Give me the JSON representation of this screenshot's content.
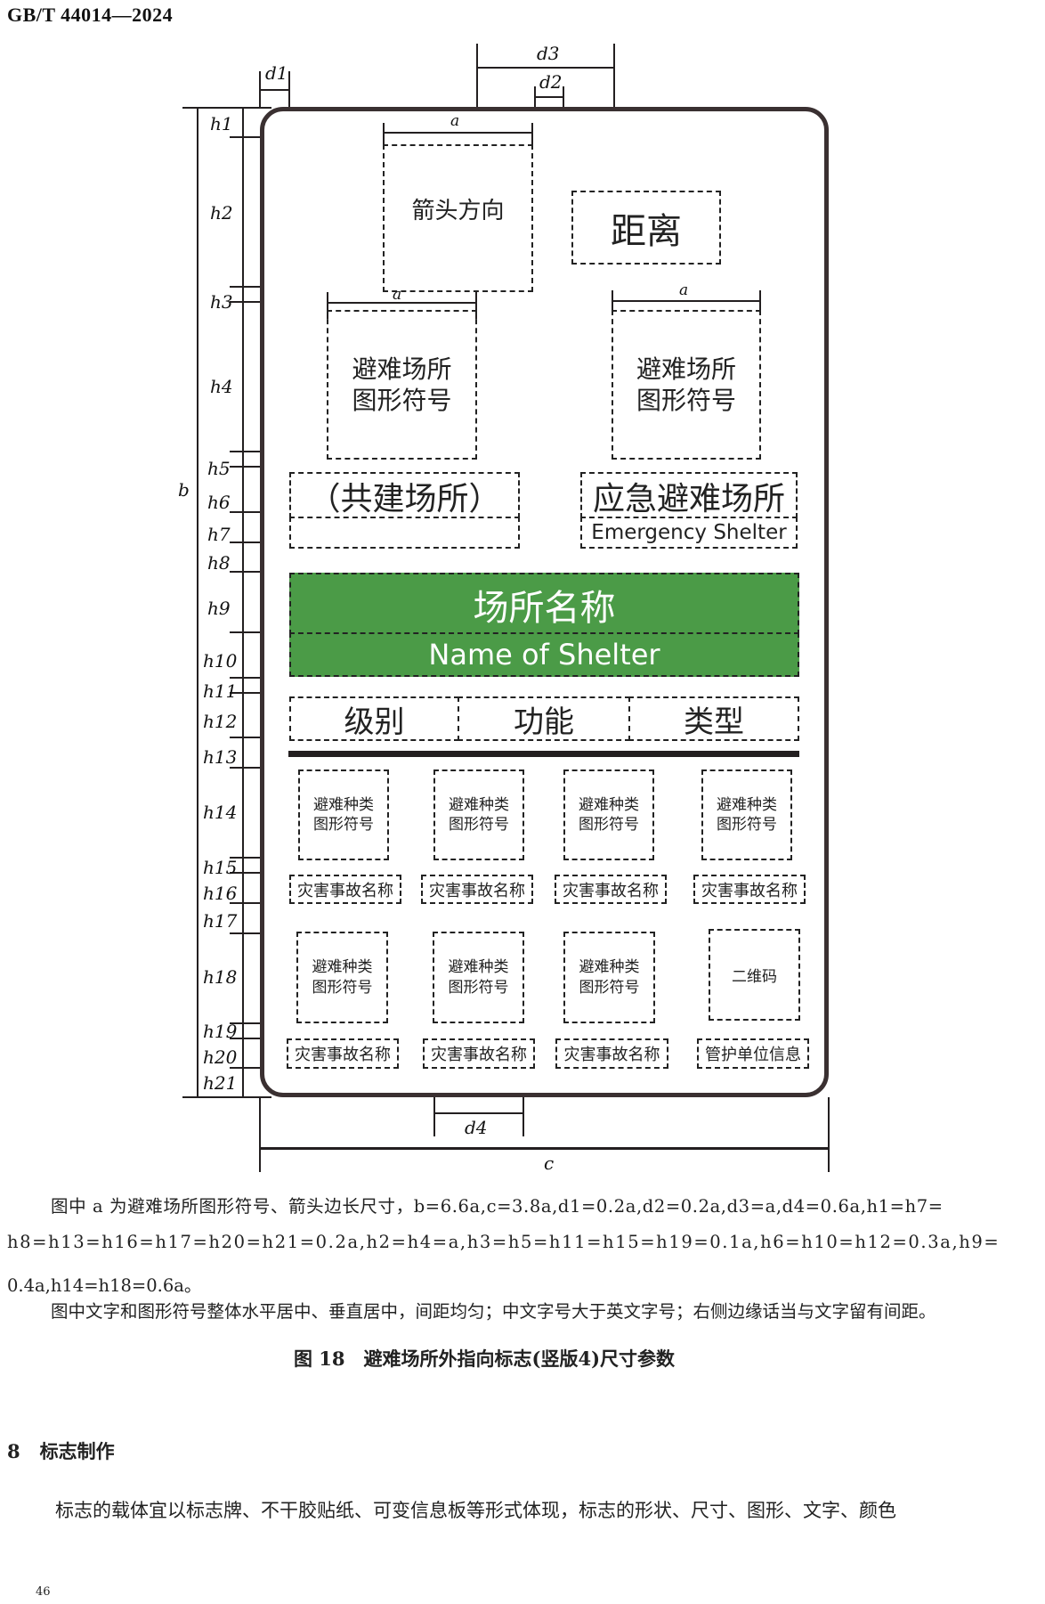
{
  "header": {
    "standard_no": "GB/T 44014—2024"
  },
  "figure": {
    "dimension_labels": {
      "d1": "d1",
      "d2": "d2",
      "d3": "d3",
      "d4": "d4",
      "a": "a",
      "b": "b",
      "c": "c",
      "h": [
        "h1",
        "h2",
        "h3",
        "h4",
        "h5",
        "h6",
        "h7",
        "h8",
        "h9",
        "h10",
        "h11",
        "h12",
        "h13",
        "h14",
        "h15",
        "h16",
        "h17",
        "h18",
        "h19",
        "h20",
        "h21"
      ]
    },
    "sign": {
      "arrow_direction": "箭头方向",
      "distance": "距离",
      "shelter_symbol_left": [
        "避难场所",
        "图形符号"
      ],
      "shelter_symbol_right": [
        "避难场所",
        "图形符号"
      ],
      "co_built": "（共建场所）",
      "emergency_shelter_cn": "应急避难场所",
      "emergency_shelter_en": "Emergency Shelter",
      "shelter_name_cn": "场所名称",
      "shelter_name_en": "Name of Shelter",
      "level_row": [
        "级别",
        "功能",
        "类型"
      ],
      "category_symbol": [
        "避难种类",
        "图形符号"
      ],
      "disaster_name": "灾害事故名称",
      "qr_code": "二维码",
      "management_info": "管护单位信息",
      "colors": {
        "green_band": "#4b9b47",
        "frame": "#3a3031"
      }
    }
  },
  "notes": {
    "line1": "图中 a 为避难场所图形符号、箭头边长尺寸，b=6.6a,c=3.8a,d1=0.2a,d2=0.2a,d3=a,d4=0.6a,h1=h7=",
    "line2": "h8=h13=h16=h17=h20=h21=0.2a,h2=h4=a,h3=h5=h11=h15=h19=0.1a,h6=h10=h12=0.3a,h9=",
    "line3": "0.4a,h14=h18=0.6a。",
    "line4": "图中文字和图形符号整体水平居中、垂直居中，间距均匀；中文字号大于英文字号；右侧边缘话当与文字留有间距。"
  },
  "caption": "图 18　避难场所外指向标志(竖版4)尺寸参数",
  "section": {
    "number": "8",
    "title": "标志制作"
  },
  "body_text": "标志的载体宜以标志牌、不干胶贴纸、可变信息板等形式体现，标志的形状、尺寸、图形、文字、颜色",
  "page_number": "46"
}
